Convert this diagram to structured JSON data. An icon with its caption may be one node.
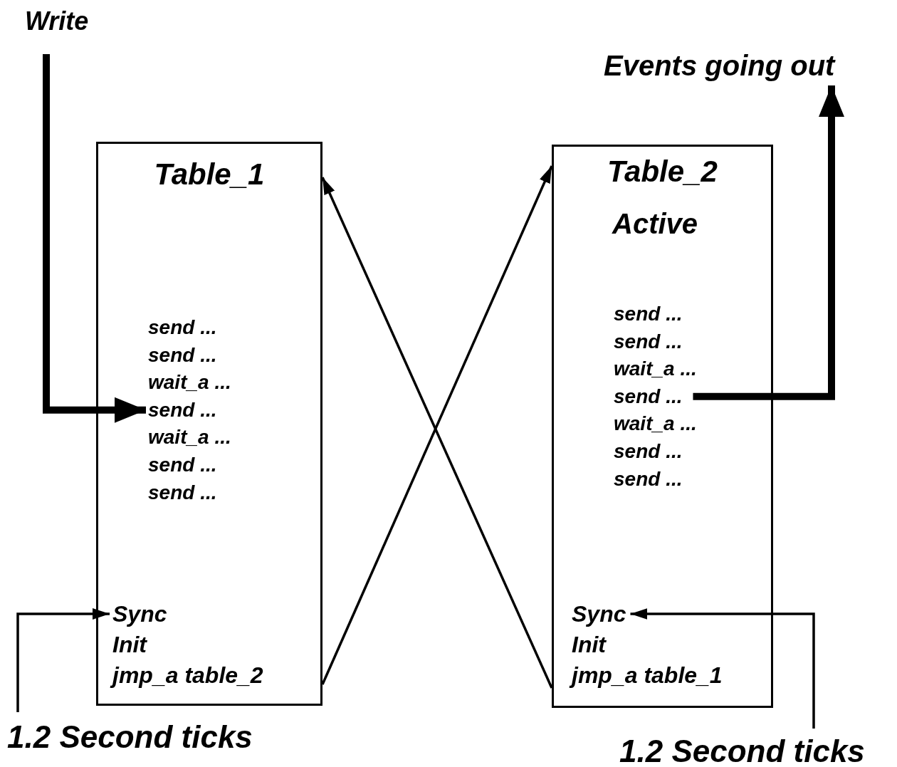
{
  "diagram": {
    "nodes": [
      {
        "text": [
          "Table_1"
        ]
      },
      {
        "text": [
          "send ..."
        ],
        "in": 0
      },
      {
        "text": [
          "send ..."
        ],
        "in": 0
      },
      {
        "text": [
          "wait_a ..."
        ],
        "in": 0
      },
      {
        "text": [
          "send ..."
        ],
        "in": 0
      },
      {
        "text": [
          "wait_a ..."
        ],
        "in": 0
      },
      {
        "text": [
          "send ..."
        ],
        "in": 0
      },
      {
        "text": [
          "send ..."
        ],
        "in": 0
      },
      {
        "text": [
          "Sync"
        ],
        "in": 0
      },
      {
        "text": [
          "Init"
        ],
        "in": 0
      },
      {
        "text": [
          "jmp_a table_2"
        ],
        "in": 0
      },
      {
        "text": [
          "Table_2",
          "Active"
        ]
      },
      {
        "text": [
          "send ..."
        ],
        "in": 11
      },
      {
        "text": [
          "send ..."
        ],
        "in": 11
      },
      {
        "text": [
          "wait_a ..."
        ],
        "in": 11
      },
      {
        "text": [
          "send ..."
        ],
        "in": 11
      },
      {
        "text": [
          "wait_a ..."
        ],
        "in": 11
      },
      {
        "text": [
          "send ..."
        ],
        "in": 11
      },
      {
        "text": [
          "send ..."
        ],
        "in": 11
      },
      {
        "text": [
          "Sync"
        ],
        "in": 11
      },
      {
        "text": [
          "Init"
        ],
        "in": 11
      },
      {
        "text": [
          "jmp_a table_1"
        ],
        "in": 11
      },
      {
        "text": [
          "Write"
        ]
      },
      {
        "text": [
          "Events going out"
        ]
      },
      {
        "text": [
          "1.2 Second ticks"
        ]
      },
      {
        "text": [
          "1.2 Second ticks"
        ]
      }
    ],
    "edges": [
      {
        "from": 22,
        "to": 4,
        "arrow": "to",
        "style": "thick"
      },
      {
        "from": 24,
        "to": 8,
        "arrow": "to"
      },
      {
        "from": 25,
        "to": 19,
        "arrow": "to"
      },
      {
        "from": 15,
        "to": 23,
        "arrow": "to",
        "style": "thick"
      },
      {
        "from": 0,
        "to": 11,
        "arrow": "to"
      },
      {
        "from": 11,
        "to": 0,
        "arrow": "to"
      }
    ]
  }
}
